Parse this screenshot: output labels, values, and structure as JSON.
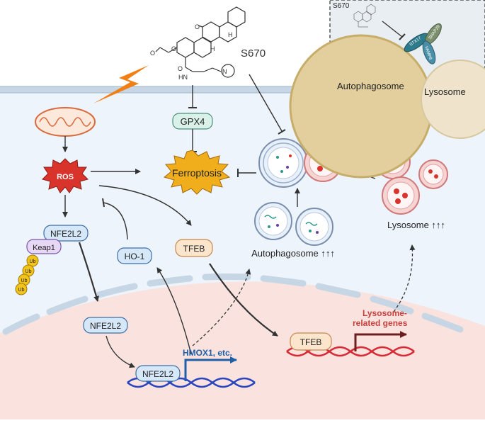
{
  "compound_label": "S670",
  "inset": {
    "title": "S670",
    "stx17": "STX17",
    "snap29": "SNAP29",
    "vamp8": "VAMP8",
    "autophagosome": "Autophagosome",
    "lysosome": "Lysosome"
  },
  "nodes": {
    "gpx4": "GPX4",
    "ferroptosis": "Ferroptosis",
    "ros": "ROS",
    "nfe2l2_cyto": "NFE2L2",
    "keap1": "Keap1",
    "ub": "Ub",
    "ho1": "HO-1",
    "tfeb_cyto": "TFEB",
    "autophagosome": "Autophagosome ↑↑↑",
    "lysosome": "Lysosome ↑↑↑",
    "nfe2l2_nuc1": "NFE2L2",
    "nfe2l2_nuc2": "NFE2L2",
    "hmox1": "HMOX1, etc.",
    "tfeb_nuc": "TFEB",
    "lyso_genes_1": "Lysosome-",
    "lyso_genes_2": "related genes"
  },
  "colors": {
    "cytoplasm": "#eef4fb",
    "nucleus": "#fae3df",
    "membrane": "#c7d6e4",
    "ros": "#d9342b",
    "ferroptosis": "#f0ae1c",
    "gpx4": "#d9f1e9",
    "nfe2l2": "#d6e8f8",
    "keap1": "#e6d7f4",
    "ub": "#f2c318",
    "tfeb": "#fbe5cd",
    "hmox1_text": "#1f5fa8",
    "lyso_genes_text": "#c9403d",
    "dna_red": "#d92b35",
    "dna_blue": "#2a45c0",
    "lightning": "#f07f14"
  }
}
